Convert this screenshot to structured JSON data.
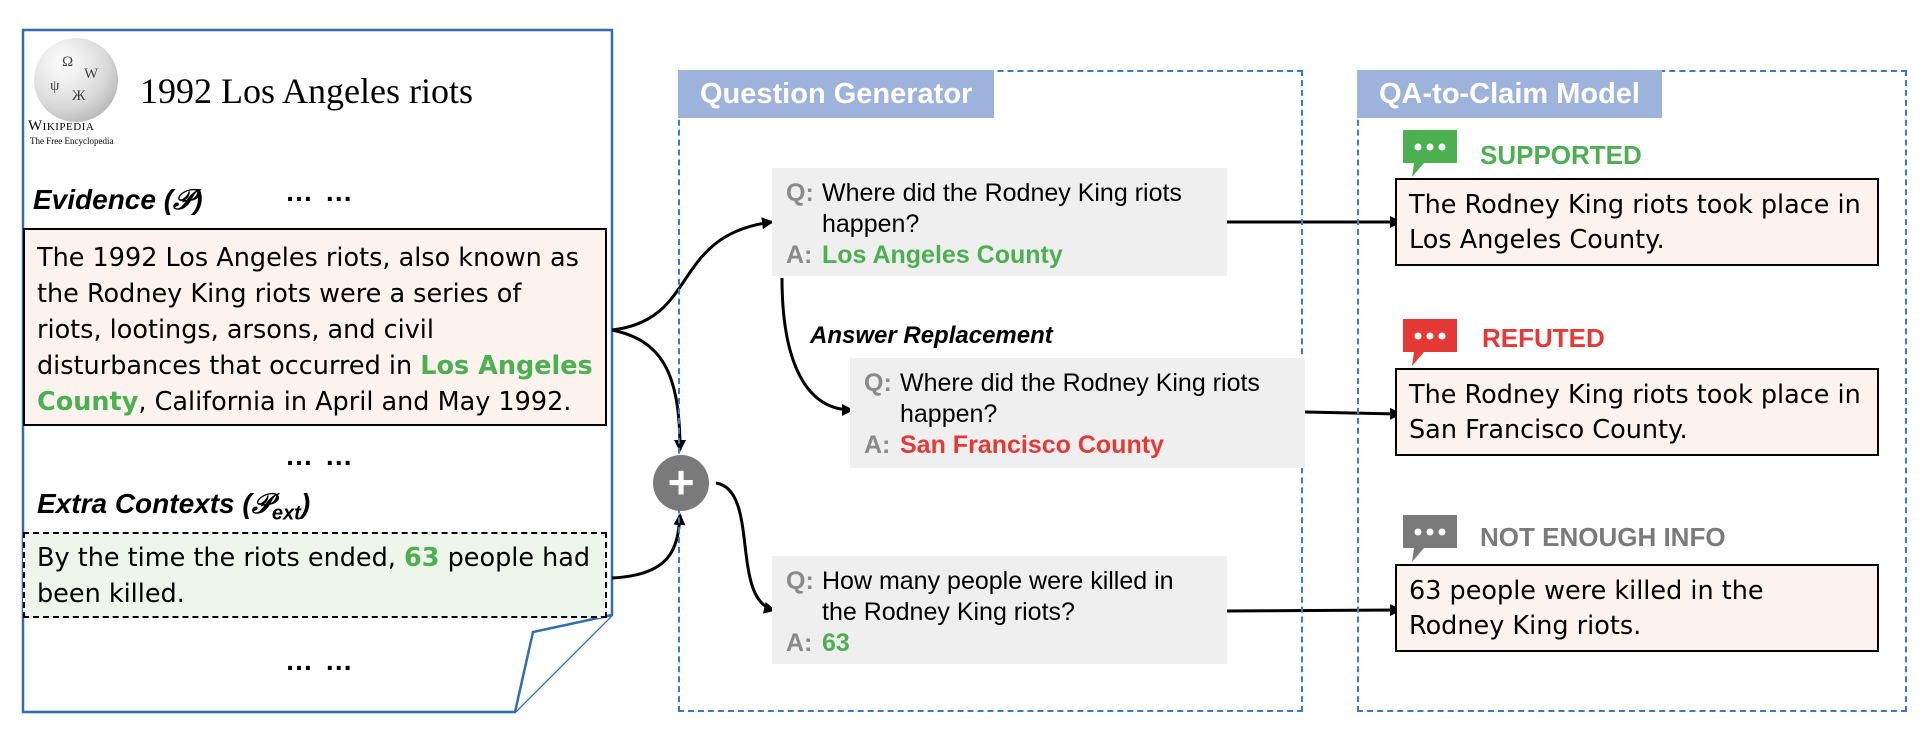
{
  "wiki": {
    "title": "1992 Los Angeles riots",
    "logo_word": "Wikipedia",
    "logo_tagline": "The Free Encyclopedia"
  },
  "evidence": {
    "label": "Evidence (𝒫)",
    "dots_top": "… …",
    "text_before": "The 1992 Los Angeles riots, also known as the Rodney King riots were a series of riots, lootings, arsons, and civil disturbances that occurred in ",
    "highlight": "Los Angeles County",
    "text_after": ", California in April and May 1992."
  },
  "extra": {
    "label": "Extra Contexts (𝒫",
    "label_sub": "ext",
    "label_close": ")",
    "dots_top": "… …",
    "text_before": "By the time the riots ended, ",
    "highlight": "63",
    "text_after": " people had been killed.",
    "dots_bottom": "… …"
  },
  "question_generator": {
    "title": "Question Generator",
    "qa1": {
      "q_label": "Q:",
      "q": "Where did the Rodney King riots happen?",
      "a_label": "A:",
      "a": "Los Angeles County"
    },
    "replace_label": "Answer Replacement",
    "qa2": {
      "q_label": "Q:",
      "q": "Where did the Rodney King riots happen?",
      "a_label": "A:",
      "a": "San Francisco County"
    },
    "qa3": {
      "q_label": "Q:",
      "q": "How many people were killed in the Rodney King riots?",
      "a_label": "A:",
      "a": "63"
    },
    "plus_symbol": "+"
  },
  "claim_model": {
    "title": "QA-to-Claim Model",
    "claims": [
      {
        "verdict": "SUPPORTED",
        "color": "#4caf50",
        "text": "The Rodney King riots took place in Los Angeles County."
      },
      {
        "verdict": "REFUTED",
        "color": "#e53935",
        "text": "The Rodney King riots took place in San Francisco County."
      },
      {
        "verdict": "NOT ENOUGH INFO",
        "color": "#7a7a7a",
        "text": "63 people were killed in the Rodney King riots."
      }
    ]
  }
}
